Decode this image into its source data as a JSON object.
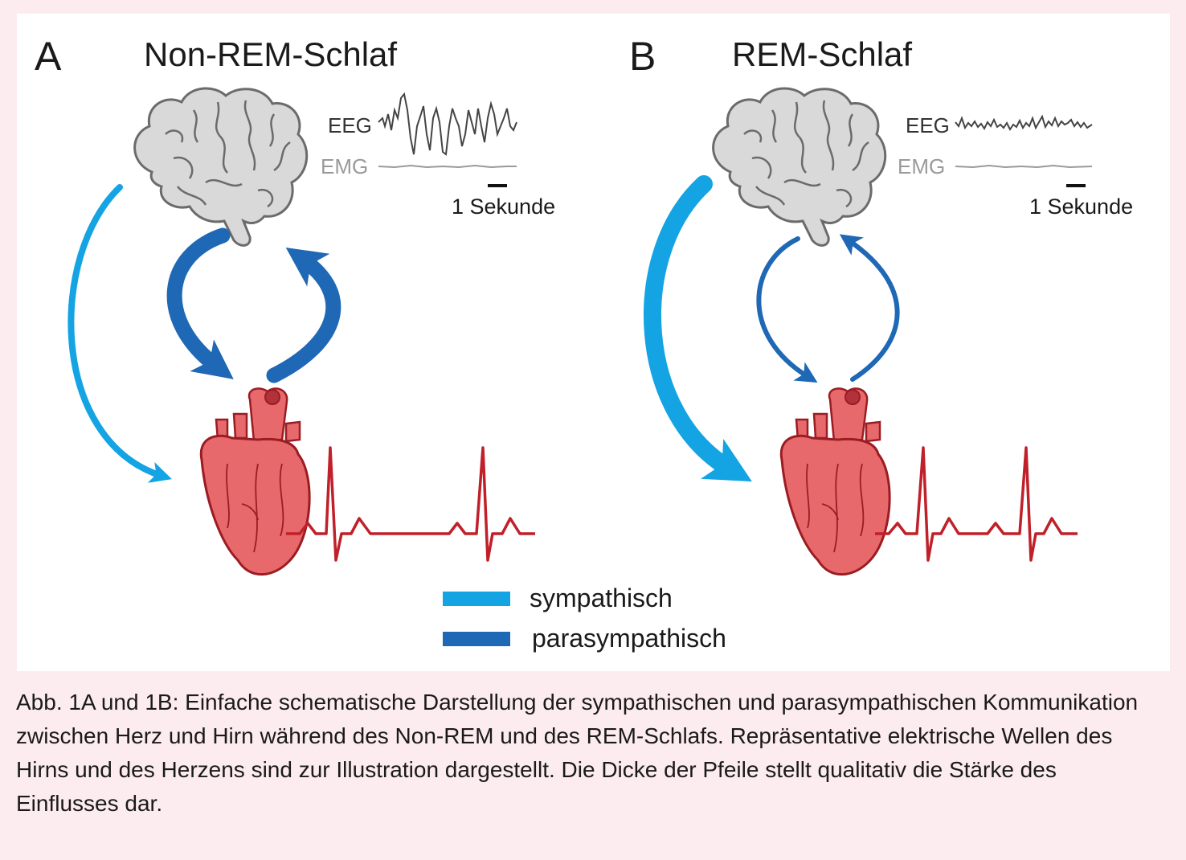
{
  "panel_a": {
    "letter": "A",
    "title": "Non-REM-Schlaf",
    "eeg_label": "EEG",
    "emg_label": "EMG",
    "scale_label": "1 Sekunde"
  },
  "panel_b": {
    "letter": "B",
    "title": "REM-Schlaf",
    "eeg_label": "EEG",
    "emg_label": "EMG",
    "scale_label": "1 Sekunde"
  },
  "legend": {
    "items": [
      {
        "label": "sympathisch",
        "color": "#14a3e3"
      },
      {
        "label": "parasympathisch",
        "color": "#1e68b5"
      }
    ]
  },
  "caption": "Abb. 1A und 1B: Einfache schematische Darstellung der sympathischen und parasympathischen Kommunikation zwischen Herz und Hirn während des Non-REM und des REM-Schlafs. Repräsentative elektrische Wellen des Hirns und des Herzens sind zur Illustration dargestellt. Die Dicke der Pfeile stellt qualitativ die Stärke des Einflusses dar.",
  "colors": {
    "sympathetic": "#14a3e3",
    "parasympathetic": "#1e68b5",
    "brain": "#d9d9d9",
    "heart": "#e8696b",
    "ecg": "#c0202a",
    "background": "#fdecef"
  }
}
